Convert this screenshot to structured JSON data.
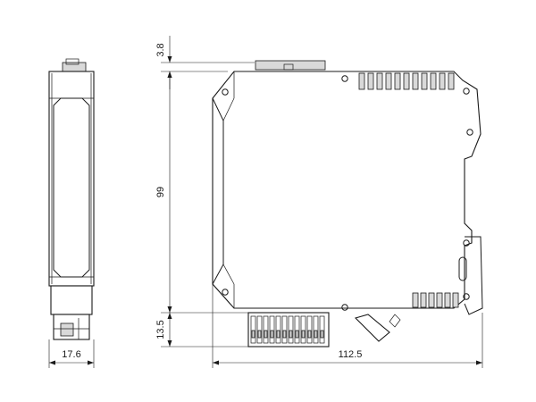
{
  "dimensions": {
    "top_gap": "3.8",
    "height_body": "99",
    "terminal_height": "13.5",
    "width_side": "17.6",
    "depth": "112.5"
  },
  "colors": {
    "line": "#1a1a1a",
    "fill_light": "#d9d9d9",
    "background": "#ffffff"
  }
}
